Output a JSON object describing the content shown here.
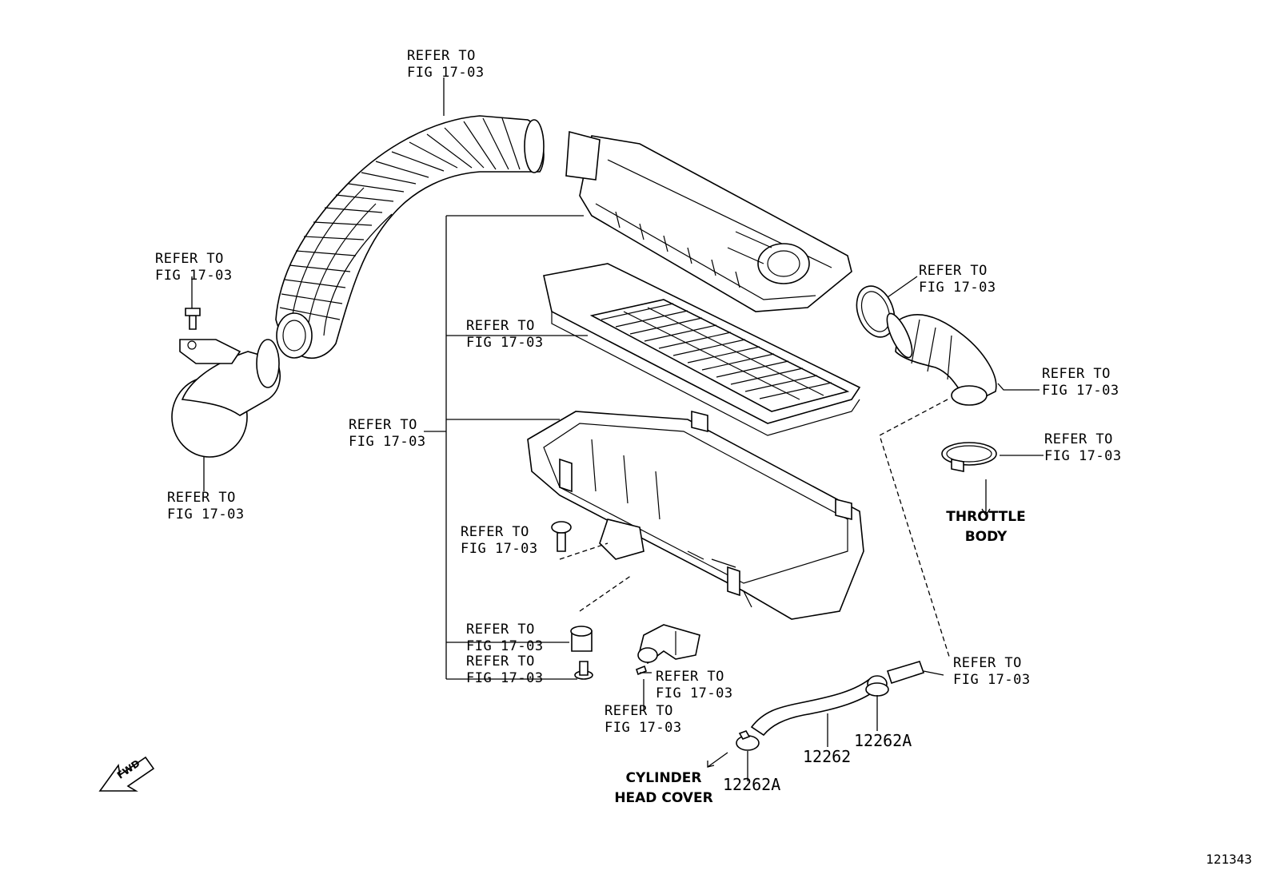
{
  "refer": {
    "top_hose": [
      "REFER TO",
      "FIG 17-03"
    ],
    "bolt_left": [
      "REFER TO",
      "FIG 17-03"
    ],
    "intake_left": [
      "REFER TO",
      "FIG 17-03"
    ],
    "filter": [
      "REFER TO",
      "FIG 17-03"
    ],
    "case_group": [
      "REFER TO",
      "FIG 17-03"
    ],
    "clamp_upper": [
      "REFER TO",
      "FIG 17-03"
    ],
    "hose_right": [
      "REFER TO",
      "FIG 17-03"
    ],
    "clamp_lower": [
      "REFER TO",
      "FIG 17-03"
    ],
    "bolt_center": [
      "REFER TO",
      "FIG 17-03"
    ],
    "grommet": [
      "REFER TO",
      "FIG 17-03"
    ],
    "collar": [
      "REFER TO",
      "FIG 17-03"
    ],
    "sensor": [
      "REFER TO",
      "FIG 17-03"
    ],
    "screw": [
      "REFER TO",
      "FIG 17-03"
    ],
    "pcv_fitting": [
      "REFER TO",
      "FIG 17-03"
    ]
  },
  "destinations": {
    "throttle": [
      "THROTTLE",
      "BODY"
    ],
    "cylinder": [
      "CYLINDER",
      "HEAD COVER"
    ]
  },
  "part_numbers": {
    "hose": "12262",
    "clamp_a": "12262A",
    "clamp_b": "12262A"
  },
  "fwd_badge": "FWD",
  "figure_id": "121343"
}
